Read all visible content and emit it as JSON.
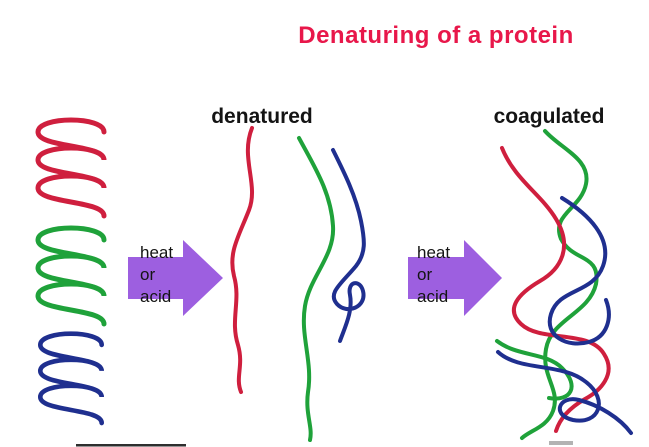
{
  "title": {
    "text": "Denaturing of a protein"
  },
  "stage_labels": {
    "denatured": "denatured",
    "coagulated": "coagulated"
  },
  "arrows": [
    {
      "lines": [
        "heat",
        "or",
        "acid"
      ]
    },
    {
      "lines": [
        "heat",
        "or",
        "acid"
      ]
    }
  ],
  "shapes": {
    "native_proteins": "three-coiled-helices",
    "denatured_proteins": "three-unfolded-strands",
    "coagulated_proteins": "tangled-strand-cluster",
    "process_arrows": "block-arrow-right"
  },
  "colors": {
    "background": "#ffffff",
    "title": "#e8174a",
    "text": "#141414",
    "red": "#cf1f3e",
    "green": "#1fa23a",
    "blue": "#1f2f8f",
    "arrow": "#9d5fe0"
  }
}
